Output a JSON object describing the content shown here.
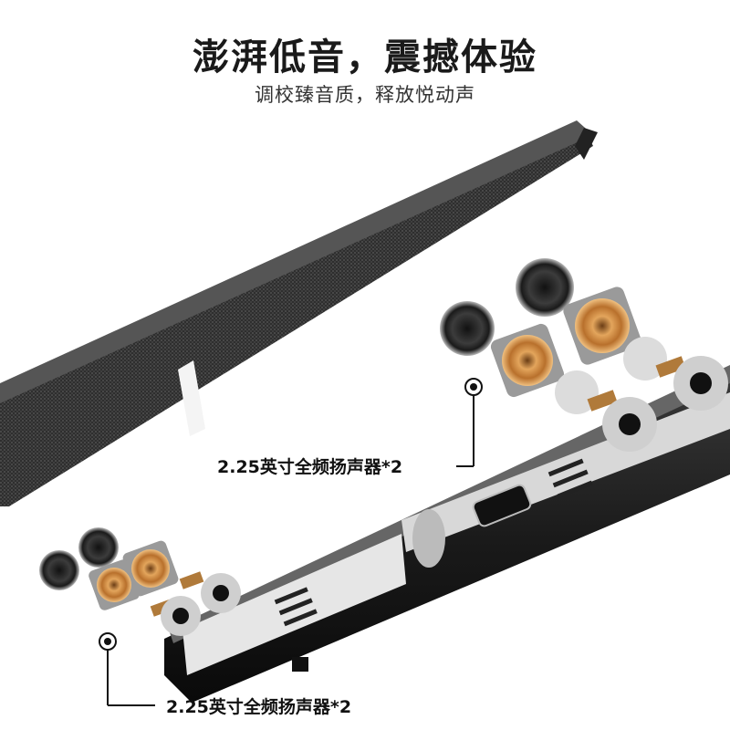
{
  "header": {
    "title": "澎湃低音，震撼体验",
    "subtitle": "调校臻音质，释放悦动声"
  },
  "callouts": [
    {
      "label": "2.25英寸全频扬声器*2"
    },
    {
      "label": "2.25英寸全频扬声器*2"
    }
  ],
  "colors": {
    "grille": "#3a3a3a",
    "body": "#1c1c1c",
    "coil": "#c8843a",
    "metal": "#d9d9d9"
  }
}
